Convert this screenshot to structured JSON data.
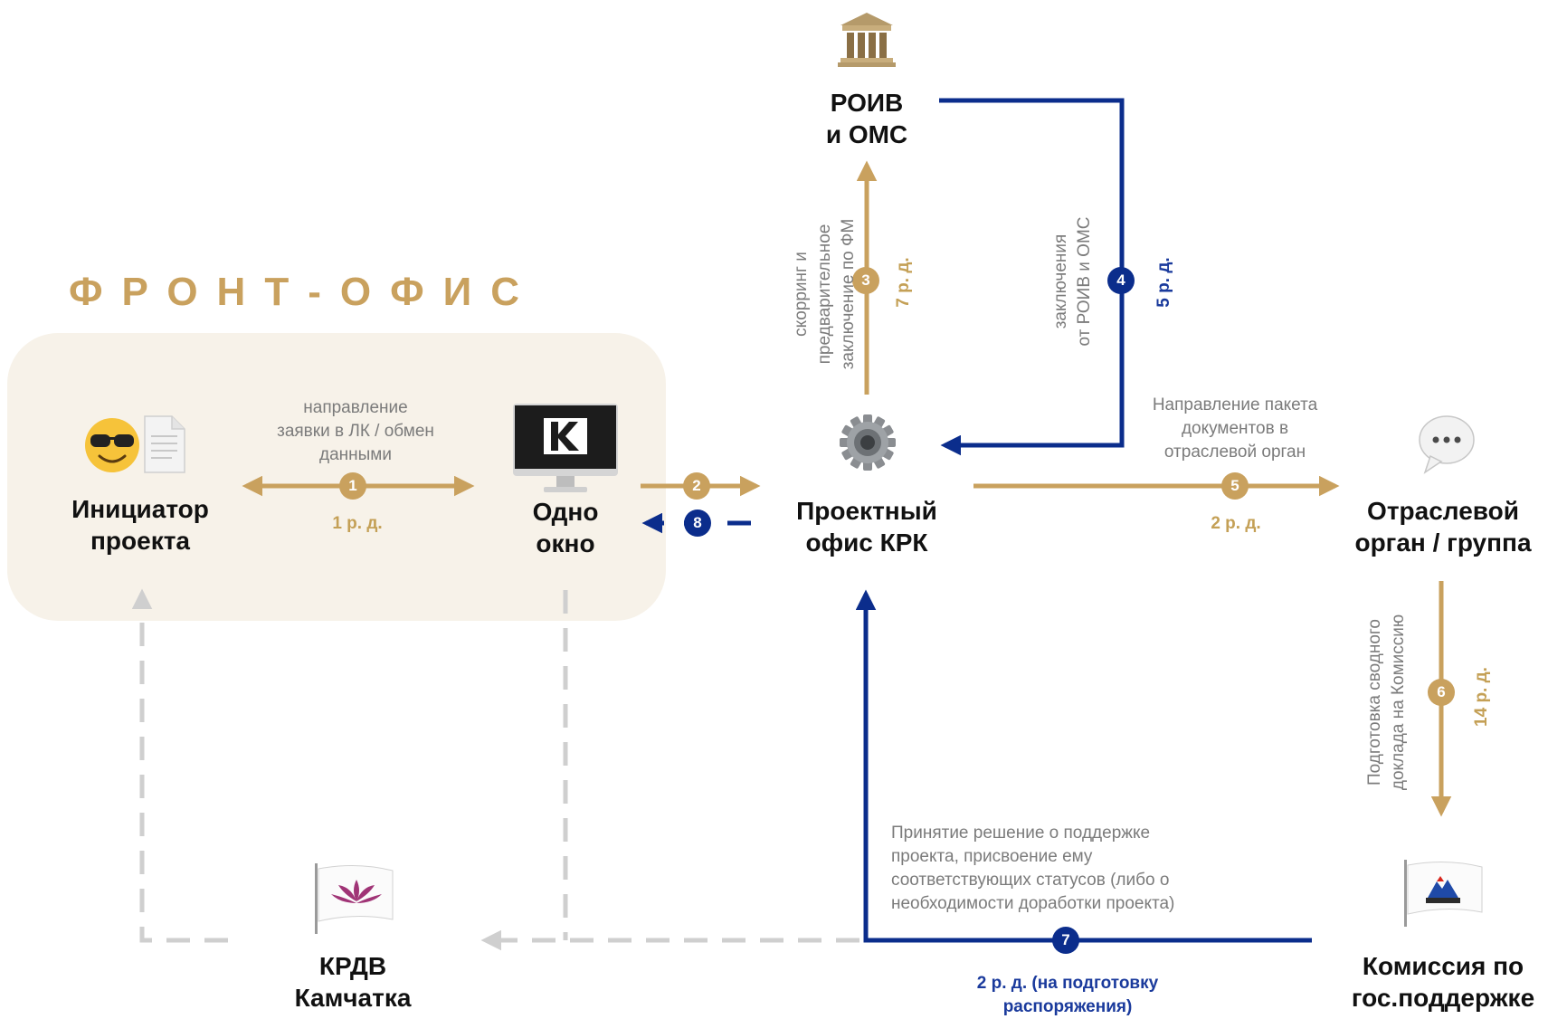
{
  "front_office": {
    "title": "ФРОНТ-ОФИС"
  },
  "nodes": {
    "initiator": {
      "line1": "Инициатор",
      "line2": "проекта",
      "icon": "sunglasses-face-and-document-icon"
    },
    "one_window": {
      "line1": "Одно",
      "line2": "окно",
      "icon": "monitor-k-logo-icon"
    },
    "project_office": {
      "line1": "Проектный",
      "line2": "офис КРК",
      "icon": "gear-icon"
    },
    "roiv": {
      "line1": "РОИВ",
      "line2": "и ОМС",
      "icon": "government-building-icon"
    },
    "sector_body": {
      "line1": "Отраслевой",
      "line2": "орган / группа",
      "icon": "speech-bubble-icon"
    },
    "commission": {
      "line1": "Комиссия по",
      "line2": "гос.поддержке",
      "icon": "kamchatka-flag-icon"
    },
    "krdv": {
      "line1": "КРДВ",
      "line2": "Камчатка",
      "icon": "krdv-lotus-flag-icon"
    }
  },
  "steps": [
    {
      "num": "1",
      "duration": "1 р. д.",
      "desc": [
        "направление",
        "заявки в ЛК / обмен",
        "данными"
      ]
    },
    {
      "num": "2"
    },
    {
      "num": "3",
      "duration": "7 р. д.",
      "desc": [
        "скорринг и",
        "предварительное",
        "заключение по ФМ"
      ]
    },
    {
      "num": "4",
      "duration": "5 р. д.",
      "desc": [
        "заключения",
        "от РОИВ и ОМС"
      ]
    },
    {
      "num": "5",
      "duration": "2 р. д.",
      "desc": [
        "Направление пакета",
        "документов в",
        "отраслевой орган"
      ]
    },
    {
      "num": "6",
      "duration": "14 р. д.",
      "desc": [
        "Подготовка сводного",
        "доклада на Комиссию"
      ]
    },
    {
      "num": "7",
      "duration": [
        "2 р. д. (на подготовку",
        "распоряжения)"
      ],
      "desc": [
        "Принятие решение о поддержке",
        "проекта, присвоение ему",
        "соответствующих статусов (либо о",
        "необходимости доработки проекта)"
      ]
    },
    {
      "num": "8"
    }
  ],
  "colors": {
    "gold": "#c9a15e",
    "blue": "#0b2d8c",
    "gray_dashed": "#cfcfcf",
    "panel_bg": "#f7f2e9"
  }
}
